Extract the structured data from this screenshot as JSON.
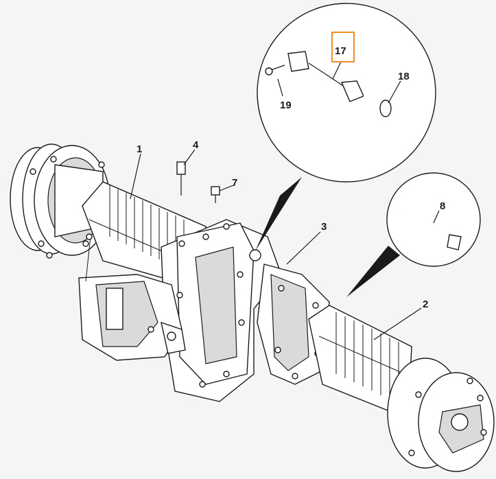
{
  "diagram": {
    "callouts": [
      {
        "id": "1",
        "text": "1"
      },
      {
        "id": "2",
        "text": "2"
      },
      {
        "id": "3",
        "text": "3"
      },
      {
        "id": "4",
        "text": "4"
      },
      {
        "id": "7",
        "text": "7"
      },
      {
        "id": "8",
        "text": "8"
      },
      {
        "id": "17",
        "text": "17",
        "highlighted": true
      },
      {
        "id": "18",
        "text": "18"
      },
      {
        "id": "19",
        "text": "19"
      }
    ],
    "highlight_color": "#f08a24",
    "line_color": "#1a1a1a",
    "background_color": "#f4f5f7"
  }
}
